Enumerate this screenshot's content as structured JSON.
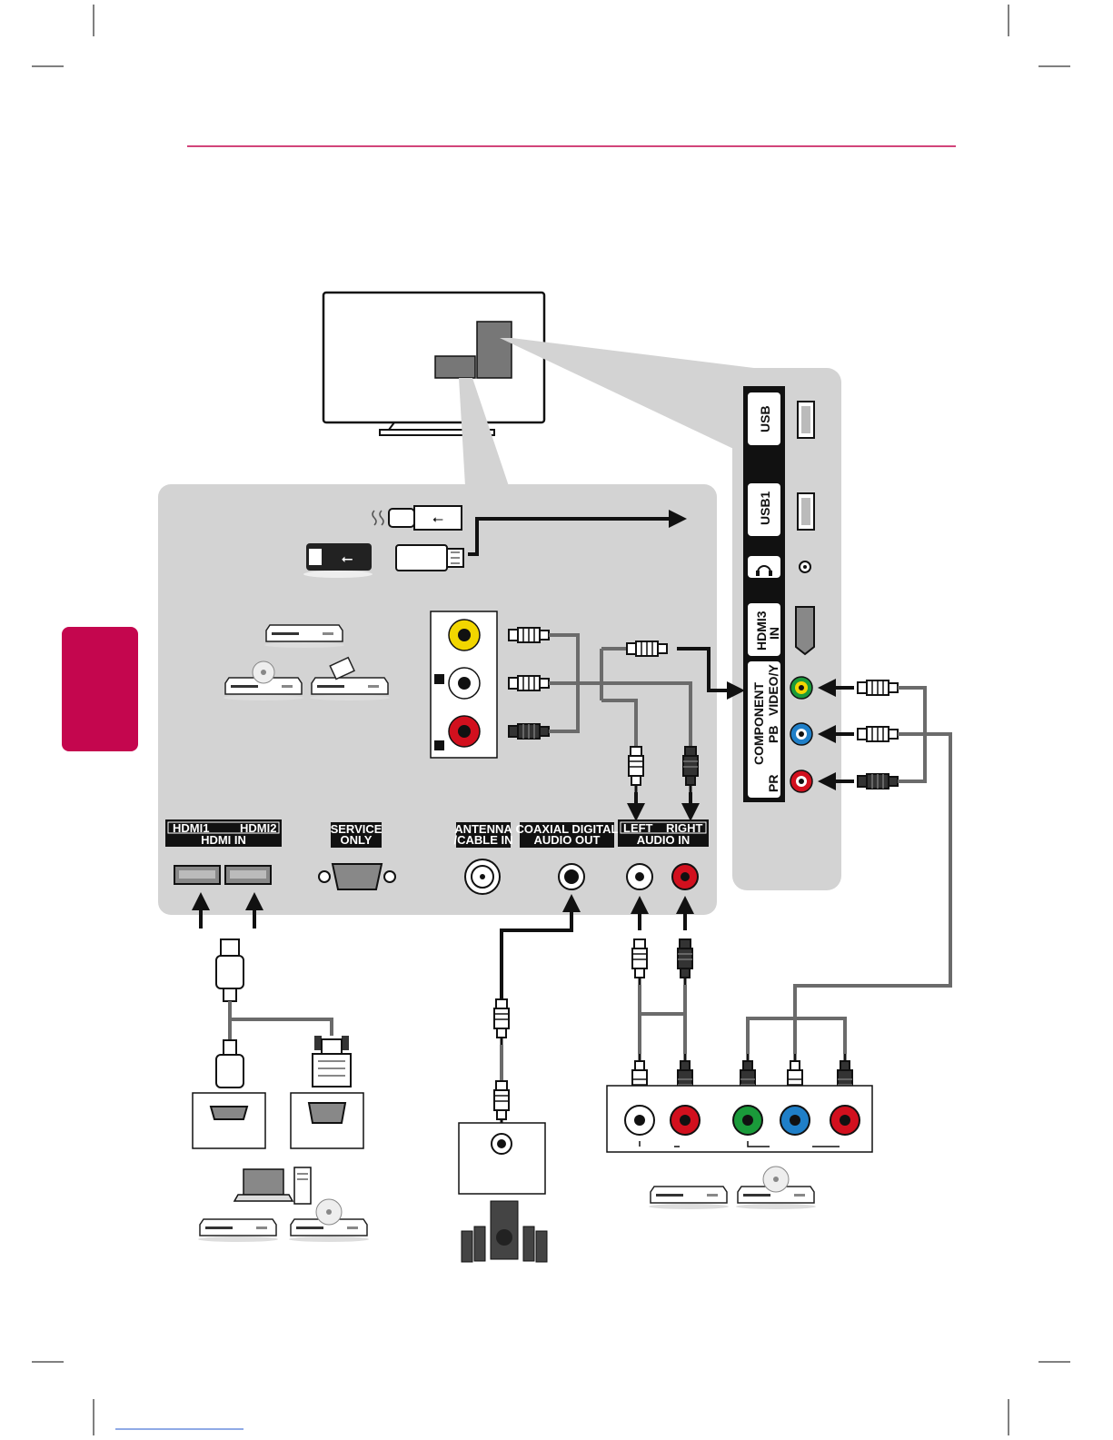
{
  "colors": {
    "accent_rule": "#c4064e",
    "side_tab": "#c4064e",
    "panel_gray": "#d3d3d3",
    "label_bg": "#111111",
    "cable_gray": "#6b6b6b",
    "jack_yellow": "#f2d600",
    "jack_red": "#d2101e",
    "jack_green": "#1a9a3a",
    "jack_blue": "#1f7fc8",
    "jack_white": "#ffffff"
  },
  "rear_panel": {
    "hdmi1": "HDMI1",
    "hdmi2": "HDMI2",
    "hdmi_in": "HDMI IN",
    "service_line1": "SERVICE",
    "service_line2": "ONLY",
    "antenna_line1": "ANTENNA",
    "antenna_line2": "/CABLE IN",
    "coax_line1": "COAXIAL DIGITAL",
    "coax_line2": "AUDIO OUT",
    "left": "LEFT",
    "right": "RIGHT",
    "audio_in": "AUDIO IN"
  },
  "side_panel": {
    "usb": "USB",
    "usb1": "USB1",
    "hdmi3_line1": "HDMI3",
    "hdmi3_line2": "IN",
    "component": "COMPONENT",
    "video_y": "VIDEO/Y",
    "pb": "PB",
    "pr": "PR"
  },
  "icons": [
    "tv-icon",
    "usb-cable-icon",
    "usb-stick-icon",
    "usb-drive-icon",
    "set-top-box-icon",
    "dvd-player-icon",
    "vcr-icon",
    "hdmi-plug-icon",
    "dvi-plug-icon",
    "laptop-icon",
    "pc-tower-icon",
    "rca-plug-icon",
    "speaker-system-icon",
    "headphone-icon",
    "arrow-icon"
  ]
}
